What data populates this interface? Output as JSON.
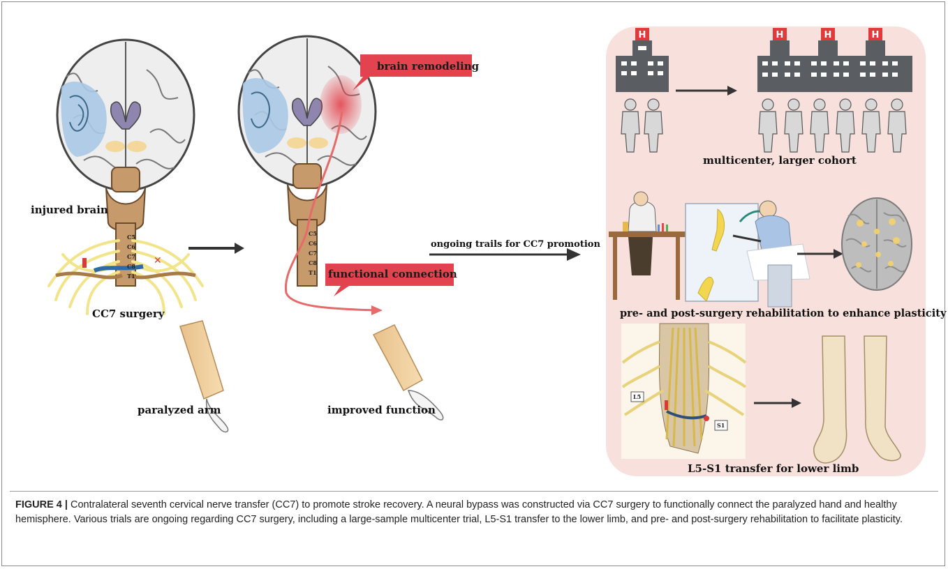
{
  "labels": {
    "injured_brain": "injured brain",
    "cc7_surgery": "CC7 surgery",
    "paralyzed_arm": "paralyzed arm",
    "brain_remodeling": "brain remodeling",
    "functional_connection": "functional connection",
    "improved_function": "improved function",
    "ongoing_trials": "ongoing trails for CC7 promotion",
    "multicenter": "multicenter, larger cohort",
    "rehabilitation": "pre- and post-surgery rehabilitation to enhance plasticity",
    "l5s1": "L5-S1 transfer for lower limb",
    "vert_left": "L5",
    "vert_right": "S1"
  },
  "cervical_levels": [
    "C5",
    "C6",
    "C7",
    "C8",
    "T1"
  ],
  "caption": {
    "label": "FIGURE 4 |",
    "text": "Contralateral seventh cervical nerve transfer (CC7) to promote stroke recovery. A neural bypass was constructed via CC7 surgery to functionally connect the paralyzed hand and healthy hemisphere. Various trials are ongoing regarding CC7 surgery, including a large-sample multicenter trial, L5-S1 transfer to the lower limb, and pre- and post-surgery rehabilitation to facilitate plasticity."
  },
  "colors": {
    "panel_bg": "#f8e1dc",
    "lesion": "#a9c8e6",
    "callout": "#e2434e",
    "nerve": "#f2e48a",
    "spine": "#c79a6c"
  }
}
